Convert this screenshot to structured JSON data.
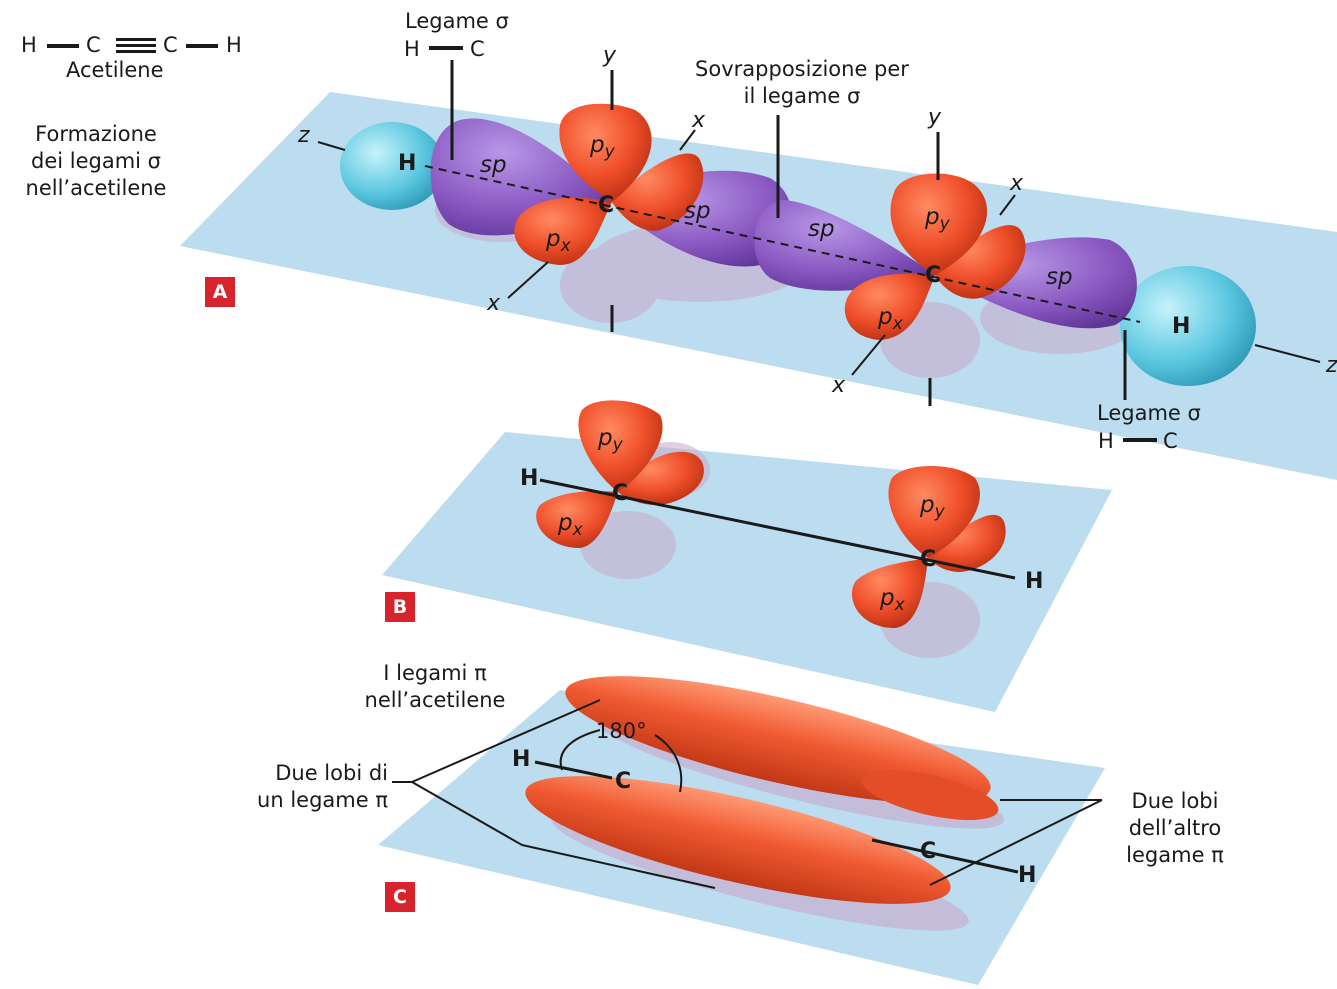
{
  "formula": {
    "h1": "H",
    "c1": "C",
    "c2": "C",
    "h2": "H",
    "name": "Acetilene"
  },
  "panel_a": {
    "badge": "A",
    "title_lines": [
      "Formazione",
      "dei legami σ",
      "nell’acetilene"
    ],
    "sigma_left": {
      "line1": "Legame σ",
      "h": "H",
      "c": "C"
    },
    "sigma_right": {
      "line1": "Legame σ",
      "h": "H",
      "c": "C"
    },
    "overlap_lines": [
      "Sovrapposizione per",
      "il legame σ"
    ],
    "axes": {
      "y": "y",
      "x": "x",
      "z": "z"
    },
    "atoms": {
      "h": "H",
      "c": "C"
    },
    "orbitals": {
      "sp": "sp",
      "py": "p",
      "py_sub": "y",
      "px": "p",
      "px_sub": "x"
    }
  },
  "panel_b": {
    "badge": "B",
    "atoms": {
      "h": "H",
      "c": "C"
    },
    "orbitals": {
      "py": "p",
      "py_sub": "y",
      "px": "p",
      "px_sub": "x"
    }
  },
  "panel_c": {
    "badge": "C",
    "title_lines": [
      "I legami π",
      "nell’acetilene"
    ],
    "left_label_lines": [
      "Due lobi di",
      "un legame π"
    ],
    "right_label_lines": [
      "Due lobi",
      "dell’altro",
      "legame π"
    ],
    "angle": "180°",
    "atoms": {
      "h": "H",
      "c": "C"
    }
  },
  "colors": {
    "plane": "#bcdcef",
    "sp_orbital": "#8e5cc4",
    "p_orbital": "#ef4f2a",
    "hydrogen": "#5cc8e0",
    "badge": "#d7242c",
    "shadow": "#c9a9c9"
  }
}
